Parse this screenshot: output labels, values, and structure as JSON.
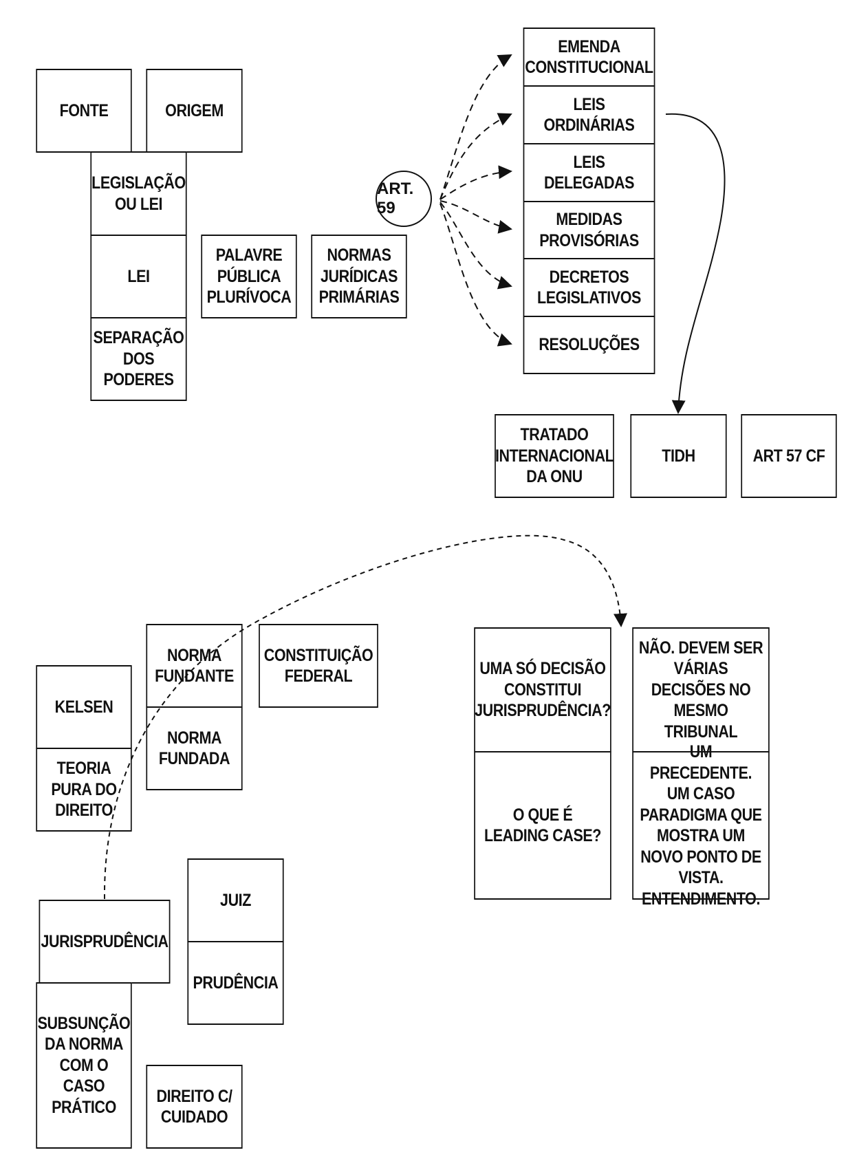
{
  "cluster_fonte": {
    "fonte": "FONTE",
    "origem": "ORIGEM",
    "legislacao_ou_lei": "LEGISLAÇÃO OU LEI",
    "lei": "LEI",
    "palavre": "PALAVRE PÚBLICA PLURÍVOCA",
    "normas": "NORMAS JURÍDICAS PRIMÁRIAS",
    "separacao": "SEPARAÇÃO DOS PODERES"
  },
  "art59": {
    "label": "ART. 59",
    "items": [
      "EMENDA CONSTITUCIONAL",
      "LEIS ORDINÁRIAS",
      "LEIS DELEGADAS",
      "MEDIDAS PROVISÓRIAS",
      "DECRETOS LEGISLATIVOS",
      "RESOLUÇÕES"
    ]
  },
  "tratado": {
    "tratado": "TRATADO INTERNACIONAL DA ONU",
    "tidh": "TIDH",
    "art57": "ART 57 CF"
  },
  "kelsen": {
    "kelsen": "KELSEN",
    "norma_fundante": "NORMA FUNDANTE",
    "constituicao": "CONSTITUIÇÃO FEDERAL",
    "norma_fundada": "NORMA FUNDADA",
    "teoria_pura": "TEORIA PURA DO DIREITO"
  },
  "jurisprudencia": {
    "jurisprudencia": "JURISPRUDÊNCIA",
    "juiz": "JUIZ",
    "prudencia": "PRUDÊNCIA",
    "subsuncao": "SUBSUNÇÃO DA NORMA COM O CASO PRÁTICO",
    "direito_cuidado": "DIREITO C/ CUIDADO"
  },
  "faq": {
    "q1": "UMA SÓ DECISÃO CONSTITUI JURISPRUDÊNCIA?",
    "a1": "NÃO. DEVEM SER VÁRIAS DECISÕES NO MESMO TRIBUNAL",
    "q2": "O QUE É LEADING CASE?",
    "a2": "UM PRECEDENTE. UM CASO PARADIGMA QUE MOSTRA UM NOVO PONTO DE VISTA. ENTENDIMENTO."
  }
}
